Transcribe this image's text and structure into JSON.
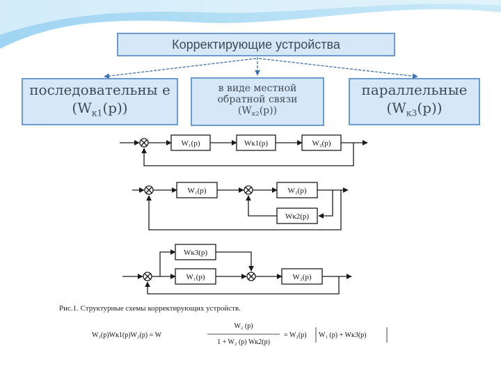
{
  "title": "Корректирующие устройства",
  "categories": [
    {
      "id": "seq",
      "text": "последовательны е (W",
      "sub": "к1",
      "tail": "(p))"
    },
    {
      "id": "loc",
      "line1": "в виде местной",
      "line2": "обратной связи",
      "line3_pre": "(W",
      "sub": "к2",
      "line3_tail": "(p))"
    },
    {
      "id": "par",
      "line1": "параллельные",
      "line2_pre": "(W",
      "sub": "к3",
      "line2_tail": "(p))"
    }
  ],
  "blocks": {
    "w1": "W₁(p)",
    "wk1": "Wк1(p)",
    "w2": "W₂(p)",
    "wk2": "Wк2(p)",
    "wk3": "Wк3(p)"
  },
  "caption": "Рис.1. Структурные схемы корректирующих устройств.",
  "formula": {
    "left": "W₁(p)Wк1(p)W₂(p) = W",
    "num": "W₂ (p)",
    "den": "1 + W₂ (p) Wк2(p)",
    "mid": "= W₂(p)",
    "bracket": "W₁ (p) + Wк3(p)"
  },
  "colors": {
    "accent": "#6a9bd0",
    "box_fill": "#d6e8f7",
    "wave": "#5fb7e6"
  }
}
